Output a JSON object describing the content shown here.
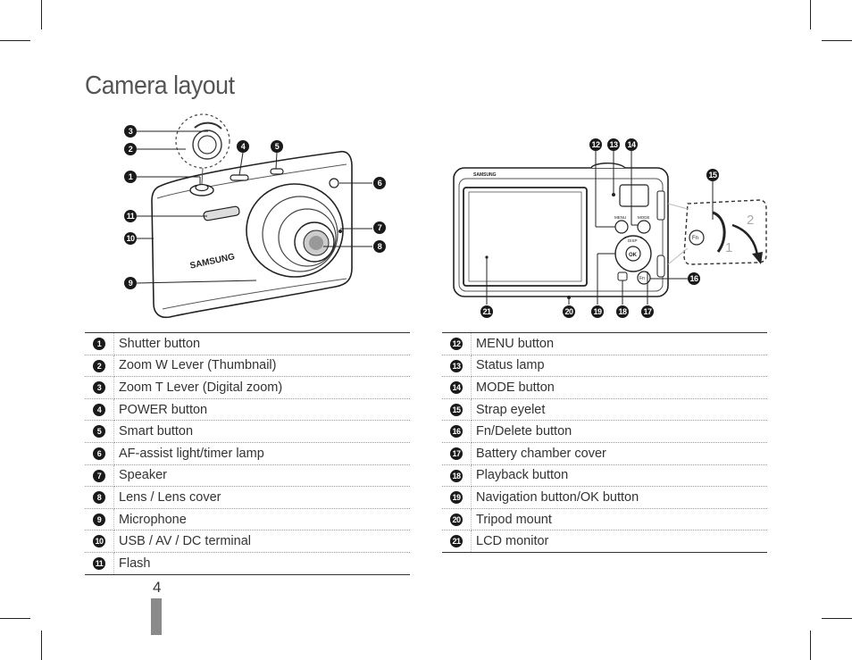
{
  "page": {
    "title": "Camera layout",
    "number": "4"
  },
  "front_view": {
    "camera_logo": "SAMSUNG",
    "callouts": [
      "1",
      "2",
      "3",
      "4",
      "5",
      "6",
      "7",
      "8",
      "9",
      "10",
      "11"
    ]
  },
  "back_view": {
    "camera_logo": "SAMSUNG",
    "button_labels": {
      "menu": "MENU",
      "mode": "MODE",
      "disp": "DISP",
      "ok": "OK",
      "fn": "Fn"
    },
    "rotation_steps": [
      "1",
      "2"
    ],
    "callouts": [
      "12",
      "13",
      "14",
      "15",
      "16",
      "17",
      "18",
      "19",
      "20",
      "21"
    ]
  },
  "parts_left": [
    {
      "num": "1",
      "label": "Shutter button"
    },
    {
      "num": "2",
      "label": "Zoom W Lever (Thumbnail)"
    },
    {
      "num": "3",
      "label": "Zoom T Lever (Digital zoom)"
    },
    {
      "num": "4",
      "label": "POWER button"
    },
    {
      "num": "5",
      "label": "Smart button"
    },
    {
      "num": "6",
      "label": "AF-assist light/timer lamp"
    },
    {
      "num": "7",
      "label": "Speaker"
    },
    {
      "num": "8",
      "label": "Lens / Lens cover"
    },
    {
      "num": "9",
      "label": "Microphone"
    },
    {
      "num": "10",
      "label": "USB / AV / DC terminal"
    },
    {
      "num": "11",
      "label": "Flash"
    }
  ],
  "parts_right": [
    {
      "num": "12",
      "label": "MENU button"
    },
    {
      "num": "13",
      "label": "Status lamp"
    },
    {
      "num": "14",
      "label": "MODE button"
    },
    {
      "num": "15",
      "label": "Strap eyelet"
    },
    {
      "num": "16",
      "label": "Fn/Delete button"
    },
    {
      "num": "17",
      "label": "Battery chamber cover"
    },
    {
      "num": "18",
      "label": "Playback button"
    },
    {
      "num": "19",
      "label": "Navigation button/OK button"
    },
    {
      "num": "20",
      "label": "Tripod mount"
    },
    {
      "num": "21",
      "label": "LCD monitor"
    }
  ]
}
